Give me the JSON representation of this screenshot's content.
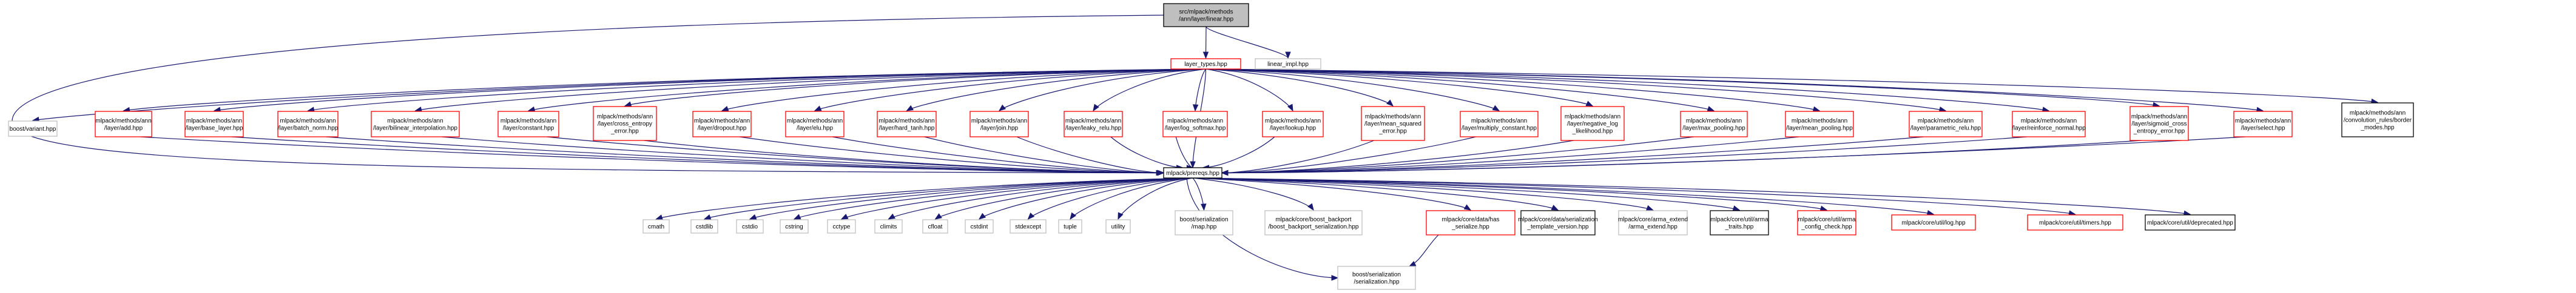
{
  "graph": {
    "kind": "include dependency graph",
    "colors": {
      "edge": "#191970",
      "root_fill": "#bfbfbf",
      "red_border": "#ff0000",
      "grey_border": "#bfbfbf",
      "black_border": "#000000"
    },
    "nodes": [
      {
        "id": "root",
        "label": [
          "src/mlpack/methods",
          "/ann/layer/linear.hpp"
        ],
        "style": "root"
      },
      {
        "id": "layer_types",
        "label": [
          "layer_types.hpp"
        ],
        "style": "red"
      },
      {
        "id": "linear_impl",
        "label": [
          "linear_impl.hpp"
        ],
        "style": "grey"
      },
      {
        "id": "boost_variant",
        "label": [
          "boost/variant.hpp"
        ],
        "style": "grey"
      },
      {
        "id": "add",
        "label": [
          "mlpack/methods/ann",
          "/layer/add.hpp"
        ],
        "style": "red"
      },
      {
        "id": "base_layer",
        "label": [
          "mlpack/methods/ann",
          "/layer/base_layer.hpp"
        ],
        "style": "red"
      },
      {
        "id": "batch_norm",
        "label": [
          "mlpack/methods/ann",
          "/layer/batch_norm.hpp"
        ],
        "style": "red"
      },
      {
        "id": "bilinear",
        "label": [
          "mlpack/methods/ann",
          "/layer/bilinear_interpolation.hpp"
        ],
        "style": "red"
      },
      {
        "id": "constant",
        "label": [
          "mlpack/methods/ann",
          "/layer/constant.hpp"
        ],
        "style": "red"
      },
      {
        "id": "cross_entropy",
        "label": [
          "mlpack/methods/ann",
          "/layer/cross_entropy",
          "_error.hpp"
        ],
        "style": "red"
      },
      {
        "id": "dropout",
        "label": [
          "mlpack/methods/ann",
          "/layer/dropout.hpp"
        ],
        "style": "red"
      },
      {
        "id": "elu",
        "label": [
          "mlpack/methods/ann",
          "/layer/elu.hpp"
        ],
        "style": "red"
      },
      {
        "id": "hard_tanh",
        "label": [
          "mlpack/methods/ann",
          "/layer/hard_tanh.hpp"
        ],
        "style": "red"
      },
      {
        "id": "join",
        "label": [
          "mlpack/methods/ann",
          "/layer/join.hpp"
        ],
        "style": "red"
      },
      {
        "id": "leaky_relu",
        "label": [
          "mlpack/methods/ann",
          "/layer/leaky_relu.hpp"
        ],
        "style": "red"
      },
      {
        "id": "log_softmax",
        "label": [
          "mlpack/methods/ann",
          "/layer/log_softmax.hpp"
        ],
        "style": "red"
      },
      {
        "id": "lookup",
        "label": [
          "mlpack/methods/ann",
          "/layer/lookup.hpp"
        ],
        "style": "red"
      },
      {
        "id": "mse",
        "label": [
          "mlpack/methods/ann",
          "/layer/mean_squared",
          "_error.hpp"
        ],
        "style": "red"
      },
      {
        "id": "mult_const",
        "label": [
          "mlpack/methods/ann",
          "/layer/multiply_constant.hpp"
        ],
        "style": "red"
      },
      {
        "id": "nll",
        "label": [
          "mlpack/methods/ann",
          "/layer/negative_log",
          "_likelihood.hpp"
        ],
        "style": "red"
      },
      {
        "id": "max_pool",
        "label": [
          "mlpack/methods/ann",
          "/layer/max_pooling.hpp"
        ],
        "style": "red"
      },
      {
        "id": "mean_pool",
        "label": [
          "mlpack/methods/ann",
          "/layer/mean_pooling.hpp"
        ],
        "style": "red"
      },
      {
        "id": "prelu",
        "label": [
          "mlpack/methods/ann",
          "/layer/parametric_relu.hpp"
        ],
        "style": "red"
      },
      {
        "id": "reinforce",
        "label": [
          "mlpack/methods/ann",
          "/layer/reinforce_normal.hpp"
        ],
        "style": "red"
      },
      {
        "id": "sigmoid_ce",
        "label": [
          "mlpack/methods/ann",
          "/layer/sigmoid_cross",
          "_entropy_error.hpp"
        ],
        "style": "red"
      },
      {
        "id": "select",
        "label": [
          "mlpack/methods/ann",
          "/layer/select.hpp"
        ],
        "style": "red"
      },
      {
        "id": "border_modes",
        "label": [
          "mlpack/methods/ann",
          "/convolution_rules/border",
          "_modes.hpp"
        ],
        "style": "black"
      },
      {
        "id": "prereqs",
        "label": [
          "mlpack/prereqs.hpp"
        ],
        "style": "black"
      },
      {
        "id": "cmath",
        "label": [
          "cmath"
        ],
        "style": "grey"
      },
      {
        "id": "cstdlib",
        "label": [
          "cstdlib"
        ],
        "style": "grey"
      },
      {
        "id": "cstdio",
        "label": [
          "cstdio"
        ],
        "style": "grey"
      },
      {
        "id": "cstring",
        "label": [
          "cstring"
        ],
        "style": "grey"
      },
      {
        "id": "cctype",
        "label": [
          "cctype"
        ],
        "style": "grey"
      },
      {
        "id": "climits",
        "label": [
          "climits"
        ],
        "style": "grey"
      },
      {
        "id": "cfloat",
        "label": [
          "cfloat"
        ],
        "style": "grey"
      },
      {
        "id": "cstdint",
        "label": [
          "cstdint"
        ],
        "style": "grey"
      },
      {
        "id": "stdexcept",
        "label": [
          "stdexcept"
        ],
        "style": "grey"
      },
      {
        "id": "tuple",
        "label": [
          "tuple"
        ],
        "style": "grey"
      },
      {
        "id": "utility",
        "label": [
          "utility"
        ],
        "style": "grey"
      },
      {
        "id": "ser_map",
        "label": [
          "boost/serialization",
          "/map.hpp"
        ],
        "style": "grey"
      },
      {
        "id": "backport",
        "label": [
          "mlpack/core/boost_backport",
          "/boost_backport_serialization.hpp"
        ],
        "style": "grey"
      },
      {
        "id": "has_serialize",
        "label": [
          "mlpack/core/data/has",
          "_serialize.hpp"
        ],
        "style": "red"
      },
      {
        "id": "ser_tmpl",
        "label": [
          "mlpack/core/data/serialization",
          "_template_version.hpp"
        ],
        "style": "black"
      },
      {
        "id": "arma_extend",
        "label": [
          "mlpack/core/arma_extend",
          "/arma_extend.hpp"
        ],
        "style": "grey"
      },
      {
        "id": "arma_traits",
        "label": [
          "mlpack/core/util/arma",
          "_traits.hpp"
        ],
        "style": "black"
      },
      {
        "id": "arma_config",
        "label": [
          "mlpack/core/util/arma",
          "_config_check.hpp"
        ],
        "style": "red"
      },
      {
        "id": "log",
        "label": [
          "mlpack/core/util/log.hpp"
        ],
        "style": "red"
      },
      {
        "id": "timers",
        "label": [
          "mlpack/core/util/timers.hpp"
        ],
        "style": "red"
      },
      {
        "id": "deprecated",
        "label": [
          "mlpack/core/util/deprecated.hpp"
        ],
        "style": "black"
      },
      {
        "id": "serialization",
        "label": [
          "boost/serialization",
          "/serialization.hpp"
        ],
        "style": "grey"
      }
    ],
    "edges": [
      [
        "root",
        "layer_types"
      ],
      [
        "root",
        "linear_impl"
      ],
      [
        "root",
        "prereqs"
      ],
      [
        "layer_types",
        "boost_variant"
      ],
      [
        "layer_types",
        "add"
      ],
      [
        "layer_types",
        "base_layer"
      ],
      [
        "layer_types",
        "batch_norm"
      ],
      [
        "layer_types",
        "bilinear"
      ],
      [
        "layer_types",
        "constant"
      ],
      [
        "layer_types",
        "cross_entropy"
      ],
      [
        "layer_types",
        "dropout"
      ],
      [
        "layer_types",
        "elu"
      ],
      [
        "layer_types",
        "hard_tanh"
      ],
      [
        "layer_types",
        "join"
      ],
      [
        "layer_types",
        "leaky_relu"
      ],
      [
        "layer_types",
        "log_softmax"
      ],
      [
        "layer_types",
        "lookup"
      ],
      [
        "layer_types",
        "mse"
      ],
      [
        "layer_types",
        "mult_const"
      ],
      [
        "layer_types",
        "nll"
      ],
      [
        "layer_types",
        "max_pool"
      ],
      [
        "layer_types",
        "mean_pool"
      ],
      [
        "layer_types",
        "prelu"
      ],
      [
        "layer_types",
        "reinforce"
      ],
      [
        "layer_types",
        "sigmoid_ce"
      ],
      [
        "layer_types",
        "select"
      ],
      [
        "layer_types",
        "border_modes"
      ],
      [
        "layer_types",
        "prereqs"
      ],
      [
        "add",
        "prereqs"
      ],
      [
        "base_layer",
        "prereqs"
      ],
      [
        "batch_norm",
        "prereqs"
      ],
      [
        "bilinear",
        "prereqs"
      ],
      [
        "constant",
        "prereqs"
      ],
      [
        "cross_entropy",
        "prereqs"
      ],
      [
        "dropout",
        "prereqs"
      ],
      [
        "elu",
        "prereqs"
      ],
      [
        "hard_tanh",
        "prereqs"
      ],
      [
        "join",
        "prereqs"
      ],
      [
        "leaky_relu",
        "prereqs"
      ],
      [
        "log_softmax",
        "prereqs"
      ],
      [
        "lookup",
        "prereqs"
      ],
      [
        "mse",
        "prereqs"
      ],
      [
        "mult_const",
        "prereqs"
      ],
      [
        "nll",
        "prereqs"
      ],
      [
        "max_pool",
        "prereqs"
      ],
      [
        "mean_pool",
        "prereqs"
      ],
      [
        "prelu",
        "prereqs"
      ],
      [
        "reinforce",
        "prereqs"
      ],
      [
        "sigmoid_ce",
        "prereqs"
      ],
      [
        "select",
        "prereqs"
      ],
      [
        "prereqs",
        "cmath"
      ],
      [
        "prereqs",
        "cstdlib"
      ],
      [
        "prereqs",
        "cstdio"
      ],
      [
        "prereqs",
        "cstring"
      ],
      [
        "prereqs",
        "cctype"
      ],
      [
        "prereqs",
        "climits"
      ],
      [
        "prereqs",
        "cfloat"
      ],
      [
        "prereqs",
        "cstdint"
      ],
      [
        "prereqs",
        "stdexcept"
      ],
      [
        "prereqs",
        "tuple"
      ],
      [
        "prereqs",
        "utility"
      ],
      [
        "prereqs",
        "ser_map"
      ],
      [
        "prereqs",
        "backport"
      ],
      [
        "prereqs",
        "has_serialize"
      ],
      [
        "prereqs",
        "ser_tmpl"
      ],
      [
        "prereqs",
        "arma_extend"
      ],
      [
        "prereqs",
        "arma_traits"
      ],
      [
        "prereqs",
        "arma_config"
      ],
      [
        "prereqs",
        "log"
      ],
      [
        "prereqs",
        "timers"
      ],
      [
        "prereqs",
        "deprecated"
      ],
      [
        "prereqs",
        "serialization"
      ],
      [
        "has_serialize",
        "serialization"
      ]
    ]
  }
}
